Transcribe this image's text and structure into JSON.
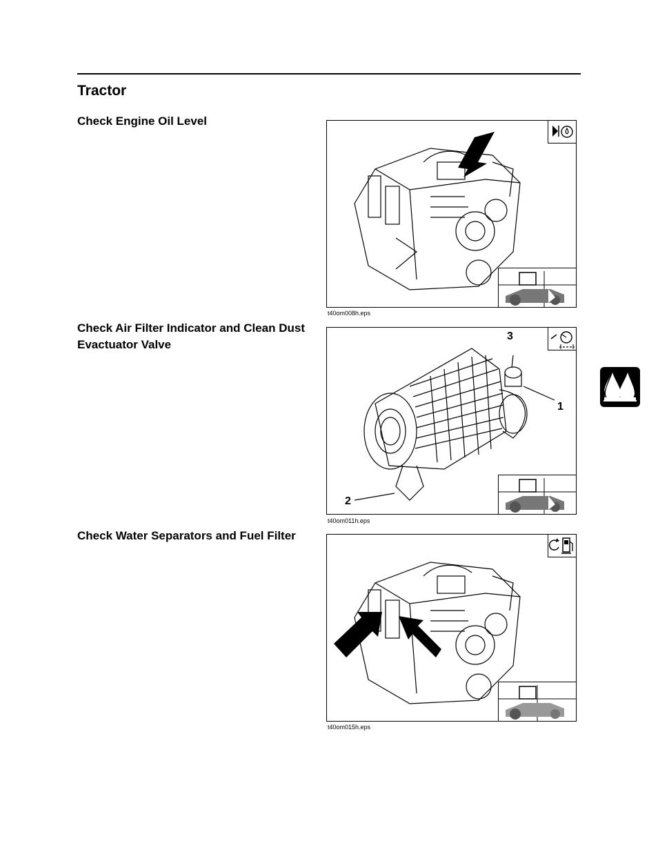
{
  "page": {
    "title": "Tractor"
  },
  "sections": [
    {
      "heading": "Check Engine Oil Level",
      "figure": {
        "caption": "t40om008h.eps",
        "corner_icon": "oil-level-check-icon",
        "location_icon": "tractor-engine-location-icon"
      }
    },
    {
      "heading": "Check Air Filter Indicator and Clean Dust Evactuator Valve",
      "figure": {
        "caption": "t40om011h.eps",
        "corner_icon": "air-filter-service-icon",
        "location_icon": "tractor-engine-location-icon",
        "callouts": [
          "1",
          "2",
          "3"
        ]
      }
    },
    {
      "heading": "Check Water Separators and Fuel Filter",
      "figure": {
        "caption": "t40om015h.eps",
        "corner_icon": "fuel-filter-service-icon",
        "location_icon": "tractor-engine-location-icon"
      }
    }
  ],
  "side_tab": {
    "icon": "fluid-drops-icon",
    "color": "#000000"
  }
}
